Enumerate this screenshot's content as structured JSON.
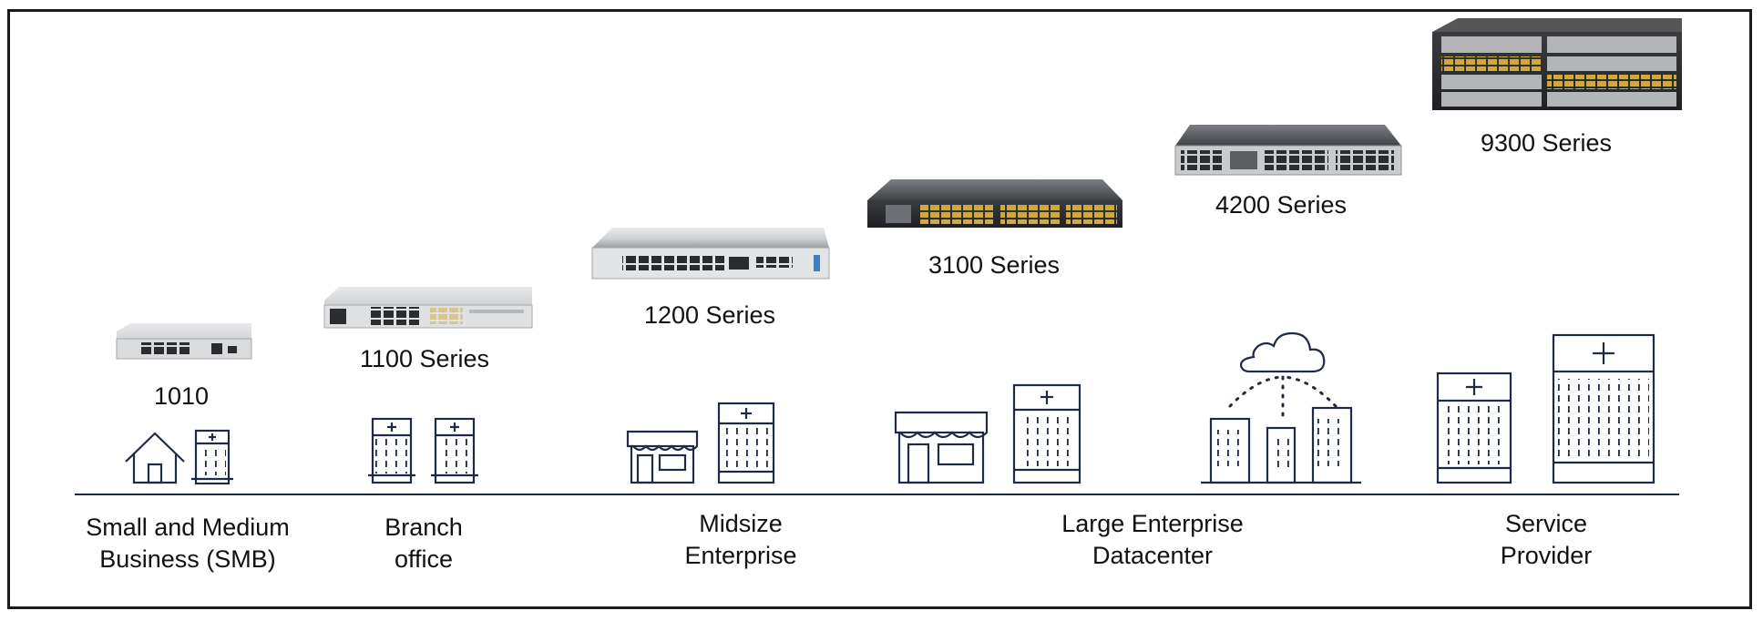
{
  "diagram": {
    "products": [
      {
        "id": "1010",
        "label": "1010"
      },
      {
        "id": "1100",
        "label": "1100 Series"
      },
      {
        "id": "1200",
        "label": "1200 Series"
      },
      {
        "id": "3100",
        "label": "3100 Series"
      },
      {
        "id": "4200",
        "label": "4200 Series"
      },
      {
        "id": "9300",
        "label": "9300 Series"
      }
    ],
    "segments": [
      {
        "id": "smb",
        "lines": [
          "Small and Medium",
          "Business (SMB)"
        ]
      },
      {
        "id": "branch",
        "lines": [
          "Branch",
          "office"
        ]
      },
      {
        "id": "midsize",
        "lines": [
          "Midsize",
          "Enterprise"
        ]
      },
      {
        "id": "large",
        "lines": [
          "Large Enterprise",
          "Datacenter"
        ]
      },
      {
        "id": "provider",
        "lines": [
          "Service",
          "Provider"
        ]
      }
    ],
    "icons": [
      "house-icon",
      "building-icon",
      "store-icon",
      "cloud-icon",
      "datacenter-icon"
    ],
    "colors": {
      "line": "#1f2a44",
      "device_metal": "#c9cbce",
      "border": "#1a1a1a"
    }
  }
}
